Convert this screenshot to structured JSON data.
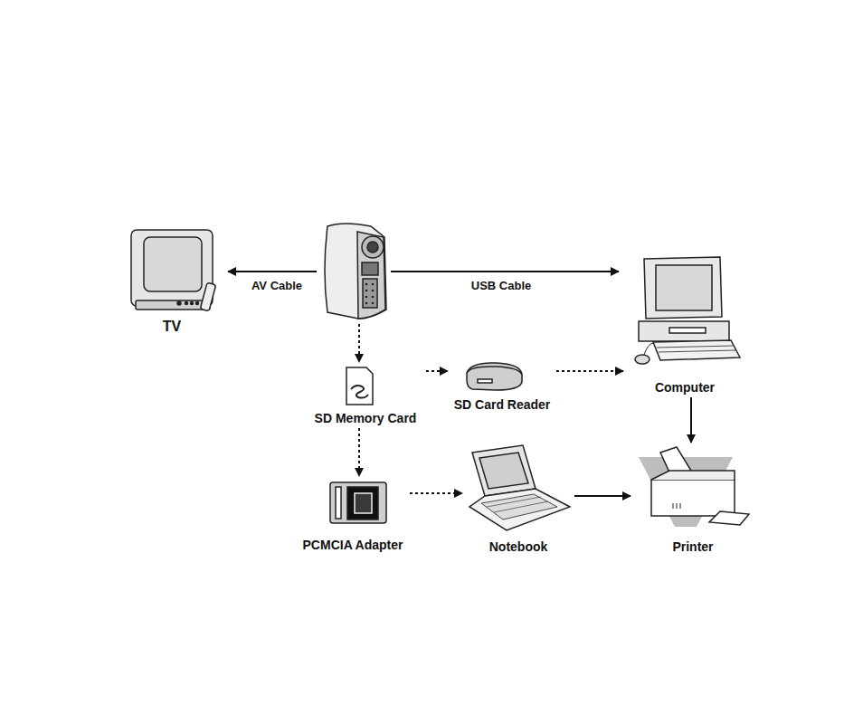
{
  "diagram": {
    "nodes": [
      {
        "text": [
          "TV"
        ]
      },
      {
        "text": [
          "SD Memory Card"
        ]
      },
      {
        "text": [
          "SD Card Reader"
        ]
      },
      {
        "text": [
          "Computer"
        ]
      },
      {
        "text": [
          "PCMCIA Adapter"
        ]
      },
      {
        "text": [
          "Notebook"
        ]
      },
      {
        "text": [
          "Printer"
        ]
      }
    ],
    "edges": [
      {
        "from": 1,
        "to": 2,
        "arrow": "to"
      },
      {
        "from": 2,
        "to": 3,
        "arrow": "to"
      },
      {
        "from": 1,
        "to": 4,
        "arrow": "to"
      },
      {
        "from": 4,
        "to": 5,
        "arrow": "to"
      },
      {
        "from": 3,
        "to": 6,
        "arrow": "to"
      },
      {
        "from": 5,
        "to": 6,
        "arrow": "to"
      }
    ],
    "labels": [
      "AV Cable",
      "USB Cable"
    ]
  }
}
